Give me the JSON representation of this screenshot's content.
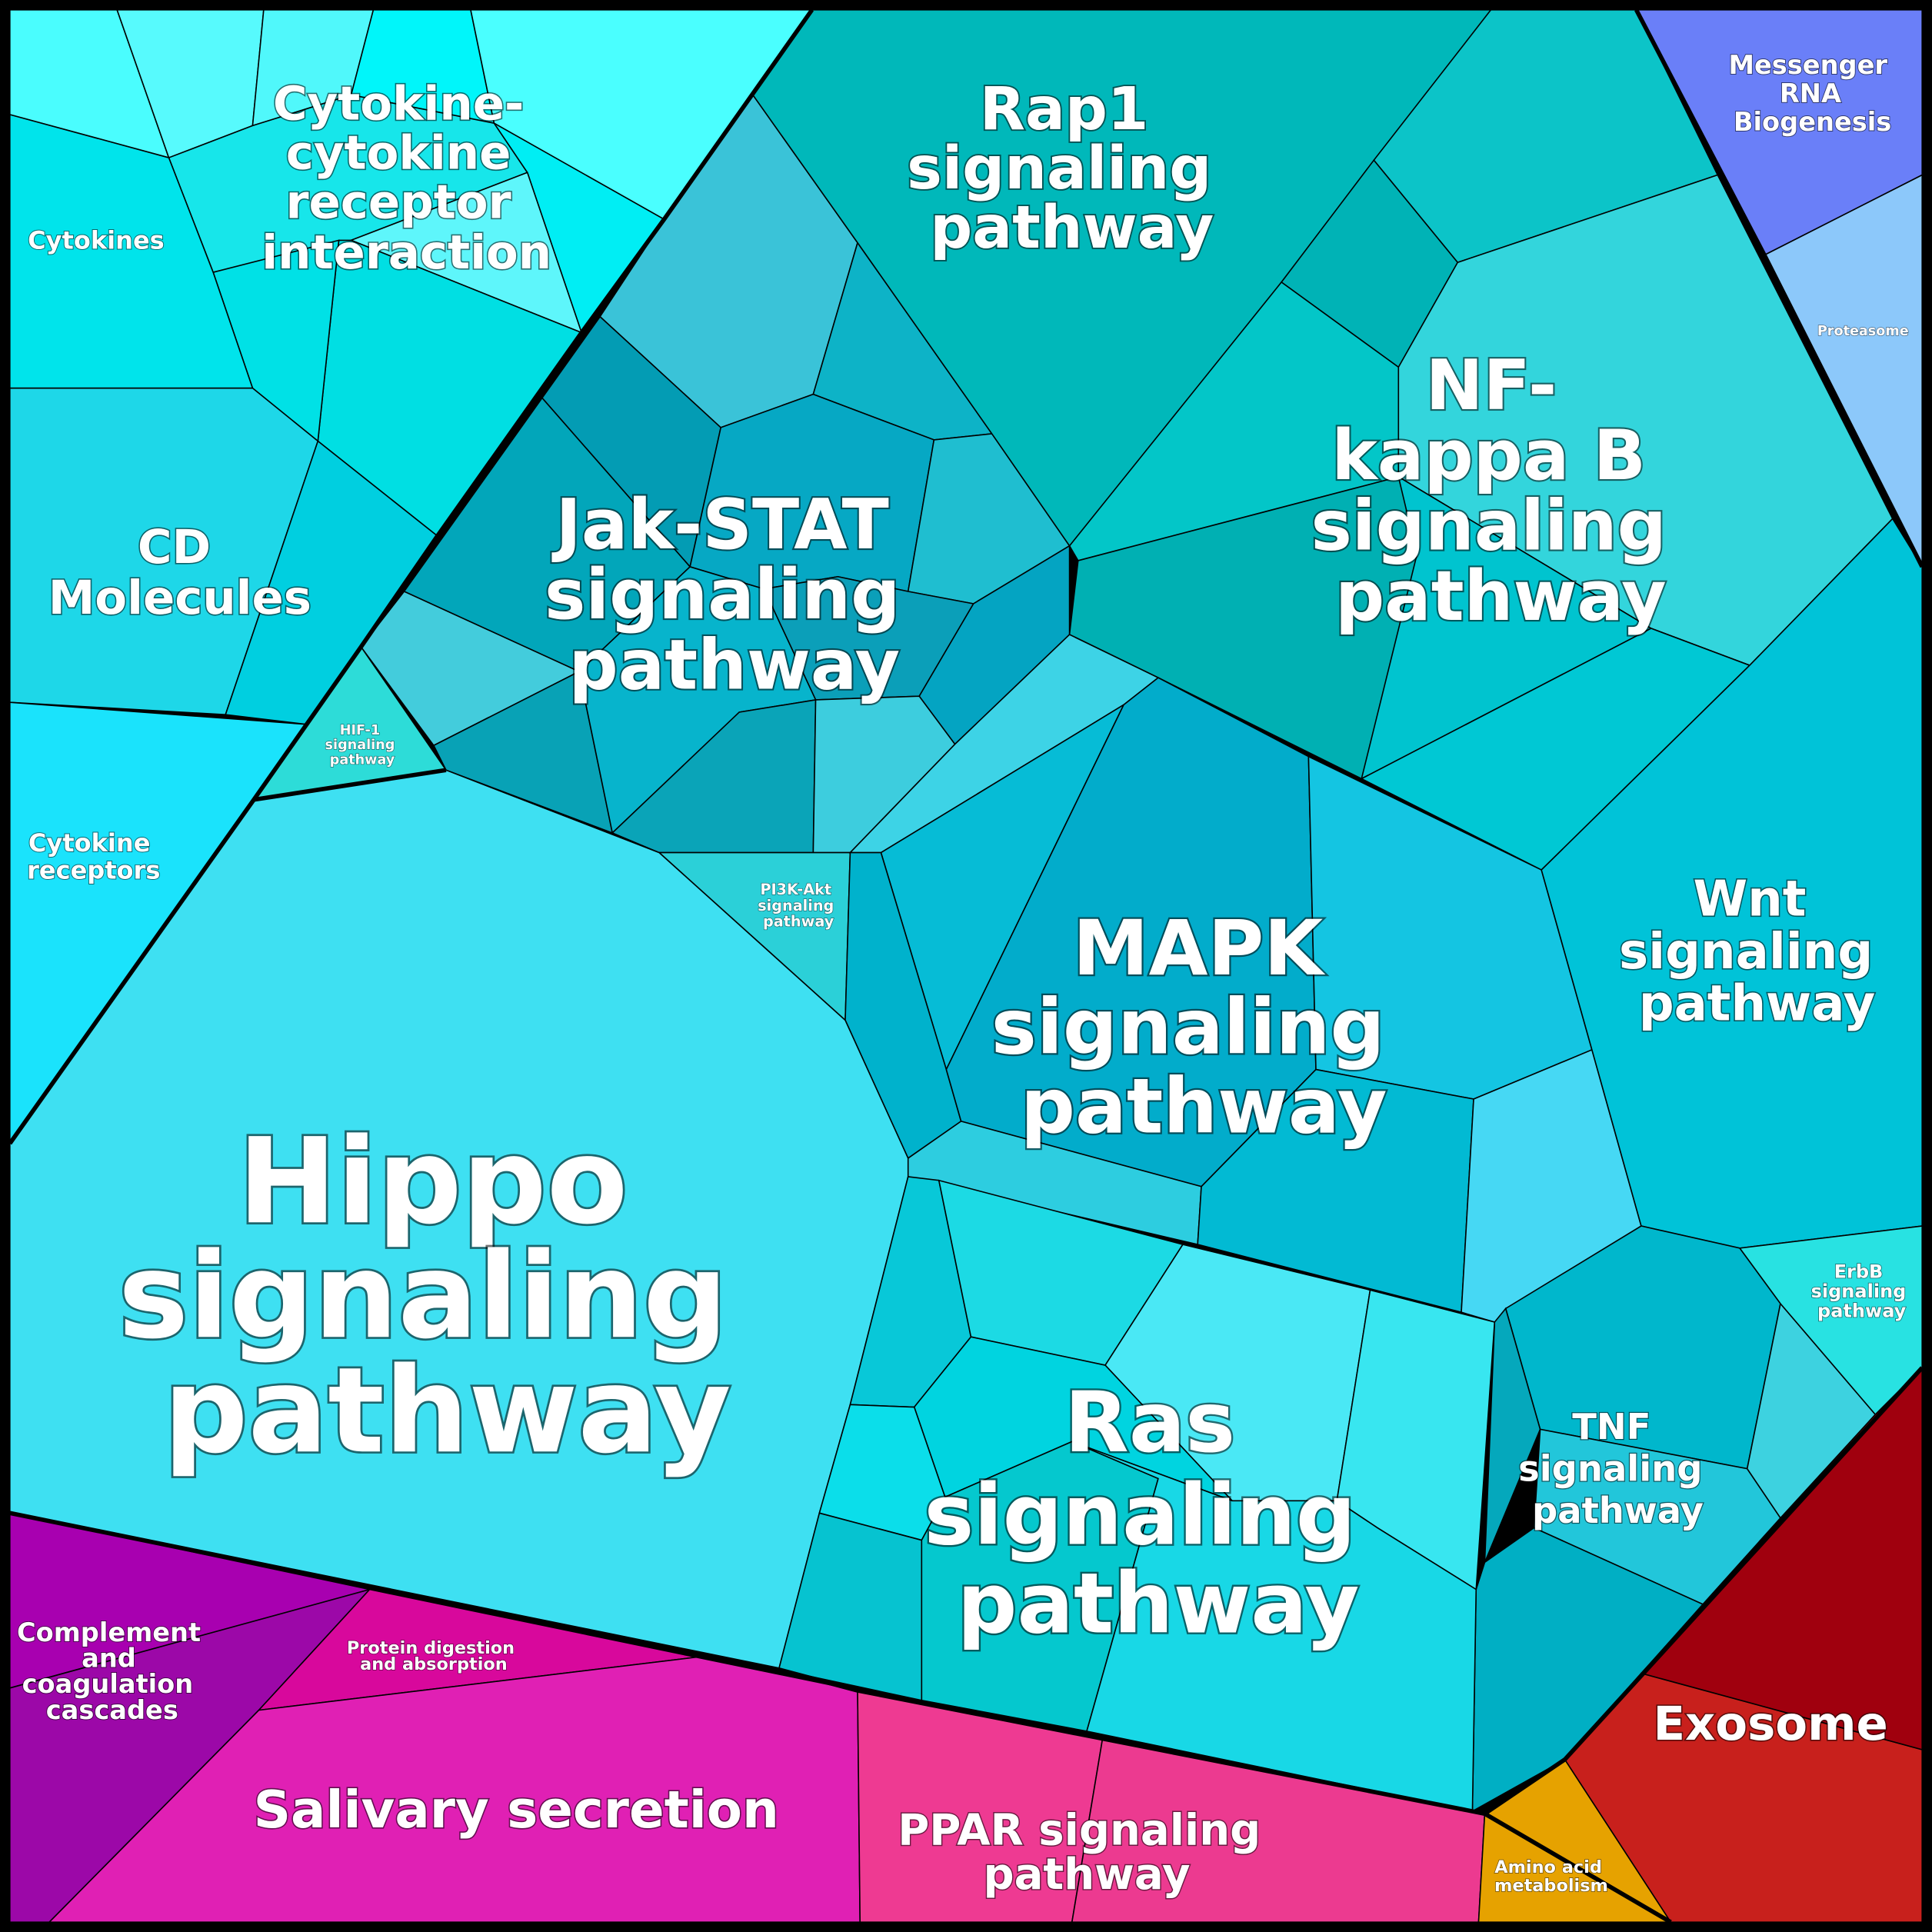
{
  "diagram": {
    "type": "voronoi-treemap",
    "background": "#000000",
    "groups": [
      {
        "name": "Cytokine-cytokine receptor interaction",
        "color": "#2FF0F5"
      },
      {
        "name": "Cytokines",
        "color": "#00E4EB"
      },
      {
        "name": "CD Molecules",
        "color": "#1ED7E8"
      },
      {
        "name": "Cytokine receptors",
        "color": "#1AE3FC"
      },
      {
        "name": "Rap1 signaling pathway",
        "color": "#00B8BA"
      },
      {
        "name": "Jak-STAT signaling pathway",
        "color": "#08ACC8"
      },
      {
        "name": "NF-kappa B signaling pathway",
        "color": "#21CBD6"
      },
      {
        "name": "Messenger RNA Biogenesis",
        "color": "#6A7FF8"
      },
      {
        "name": "Proteasome",
        "color": "#8CC8FA"
      },
      {
        "name": "HIF-1 signaling pathway",
        "color": "#2DDCD8"
      },
      {
        "name": "PI3K-Akt signaling pathway",
        "color": "#2BD0D8"
      },
      {
        "name": "MAPK signaling pathway",
        "color": "#0AB8D8"
      },
      {
        "name": "Wnt signaling pathway",
        "color": "#00C3D8"
      },
      {
        "name": "Hippo signaling pathway",
        "color": "#3EE0F2"
      },
      {
        "name": "Ras signaling pathway",
        "color": "#18D8E6"
      },
      {
        "name": "TNF signaling pathway",
        "color": "#08B6CC"
      },
      {
        "name": "ErbB signaling pathway",
        "color": "#28E2E2"
      },
      {
        "name": "Complement and coagulation cascades",
        "color": "#A008A8"
      },
      {
        "name": "Protein digestion and absorption",
        "color": "#D8089C"
      },
      {
        "name": "Salivary secretion",
        "color": "#E020B4"
      },
      {
        "name": "PPAR signaling pathway",
        "color": "#EE3A92"
      },
      {
        "name": "Amino acid metabolism",
        "color": "#E6A200"
      },
      {
        "name": "Exosome",
        "color": "#C8201C"
      }
    ]
  },
  "labels": {
    "cytokine_interaction": [
      "Cytokine-",
      "cytokine",
      "receptor",
      "interaction"
    ],
    "cytokines": [
      "Cytokines"
    ],
    "cd_molecules": [
      "CD",
      "Molecules"
    ],
    "cytokine_receptors": [
      "Cytokine",
      "receptors"
    ],
    "rap1": [
      "Rap1",
      "signaling",
      "pathway"
    ],
    "jak_stat": [
      "Jak-STAT",
      "signaling",
      "pathway"
    ],
    "nfkb": [
      "NF-",
      "kappa B",
      "signaling",
      "pathway"
    ],
    "mrna": [
      "Messenger",
      "RNA",
      "Biogenesis"
    ],
    "proteasome": [
      "Proteasome"
    ],
    "hif1": [
      "HIF-1",
      "signaling",
      "pathway"
    ],
    "pi3k": [
      "PI3K-Akt",
      "signaling",
      "pathway"
    ],
    "mapk": [
      "MAPK",
      "signaling",
      "pathway"
    ],
    "wnt": [
      "Wnt",
      "signaling",
      "pathway"
    ],
    "hippo": [
      "Hippo",
      "signaling",
      "pathway"
    ],
    "ras": [
      "Ras",
      "signaling",
      "pathway"
    ],
    "tnf": [
      "TNF",
      "signaling",
      "pathway"
    ],
    "erbb": [
      "ErbB",
      "signaling",
      "pathway"
    ],
    "complement": [
      "Complement",
      "and",
      "coagulation",
      "cascades"
    ],
    "protein_digestion": [
      "Protein digestion",
      "and absorption"
    ],
    "salivary": [
      "Salivary secretion"
    ],
    "ppar": [
      "PPAR signaling",
      "pathway"
    ],
    "amino_acid": [
      "Amino acid",
      "metabolism"
    ],
    "exosome": [
      "Exosome"
    ]
  }
}
